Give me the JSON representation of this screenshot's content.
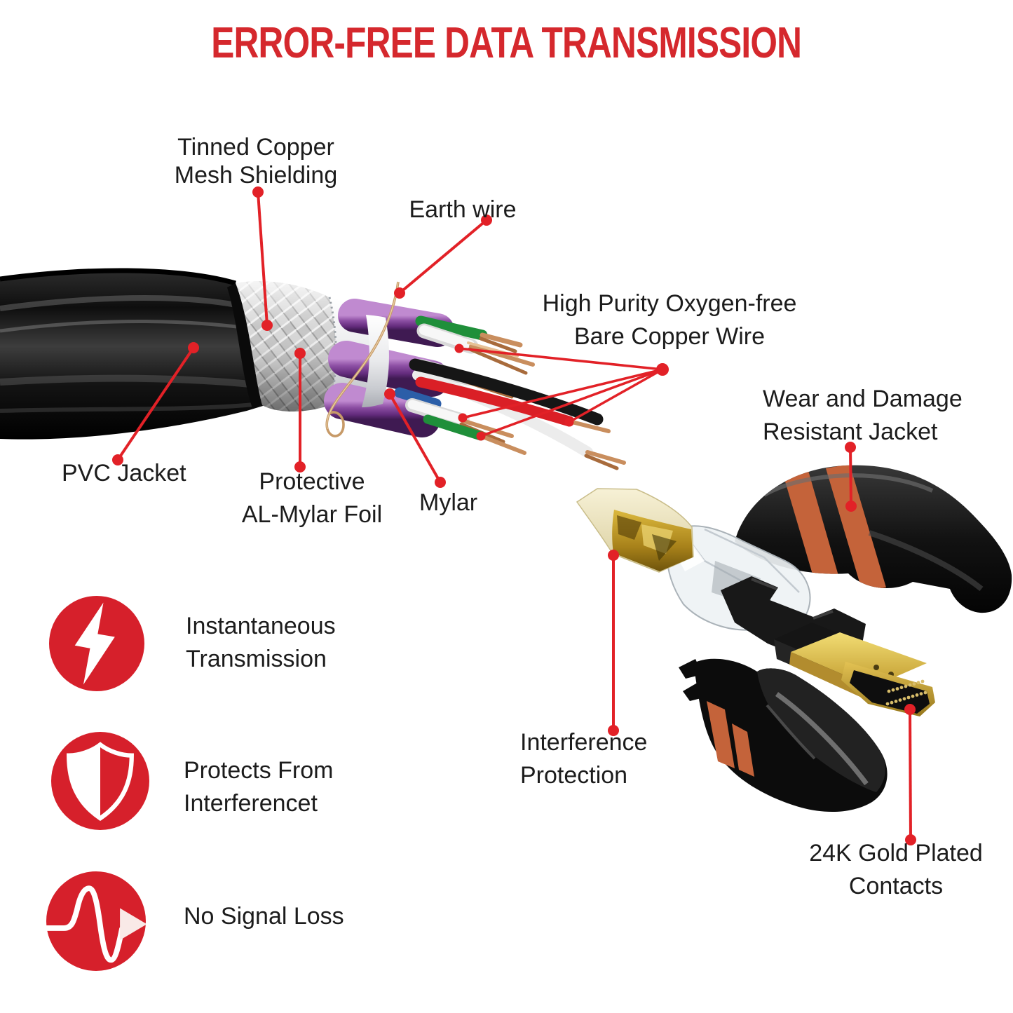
{
  "title": "ERROR-FREE DATA TRANSMISSION",
  "annotations": {
    "tinned_copper": {
      "line1": "Tinned Copper",
      "line2": "Mesh Shielding"
    },
    "earth_wire": {
      "line1": "Earth wire"
    },
    "high_purity": {
      "line1": "High Purity Oxygen-free",
      "line2": "Bare Copper Wire"
    },
    "wear_damage": {
      "line1": "Wear and Damage",
      "line2": "Resistant Jacket"
    },
    "pvc_jacket": {
      "line1": "PVC Jacket"
    },
    "protective_foil": {
      "line1": "Protective",
      "line2": "AL-Mylar Foil"
    },
    "mylar": {
      "line1": "Mylar"
    },
    "interference": {
      "line1": "Interference",
      "line2": "Protection"
    },
    "gold_contacts": {
      "line1": "24K Gold Plated",
      "line2": "Contacts"
    }
  },
  "features": [
    {
      "icon": "lightning-bolt-icon",
      "line1": "Instantaneous",
      "line2": "Transmission"
    },
    {
      "icon": "shield-icon",
      "line1": "Protects From",
      "line2": "Interferencet"
    },
    {
      "icon": "signal-wave-icon",
      "line1": "No Signal Loss",
      "line2": ""
    }
  ],
  "colors": {
    "title_red": "#d5282d",
    "leader_red": "#e22127",
    "icon_red": "#d6202b",
    "label_text": "#1c1c1c",
    "stripe_orange": "#c4633a"
  }
}
